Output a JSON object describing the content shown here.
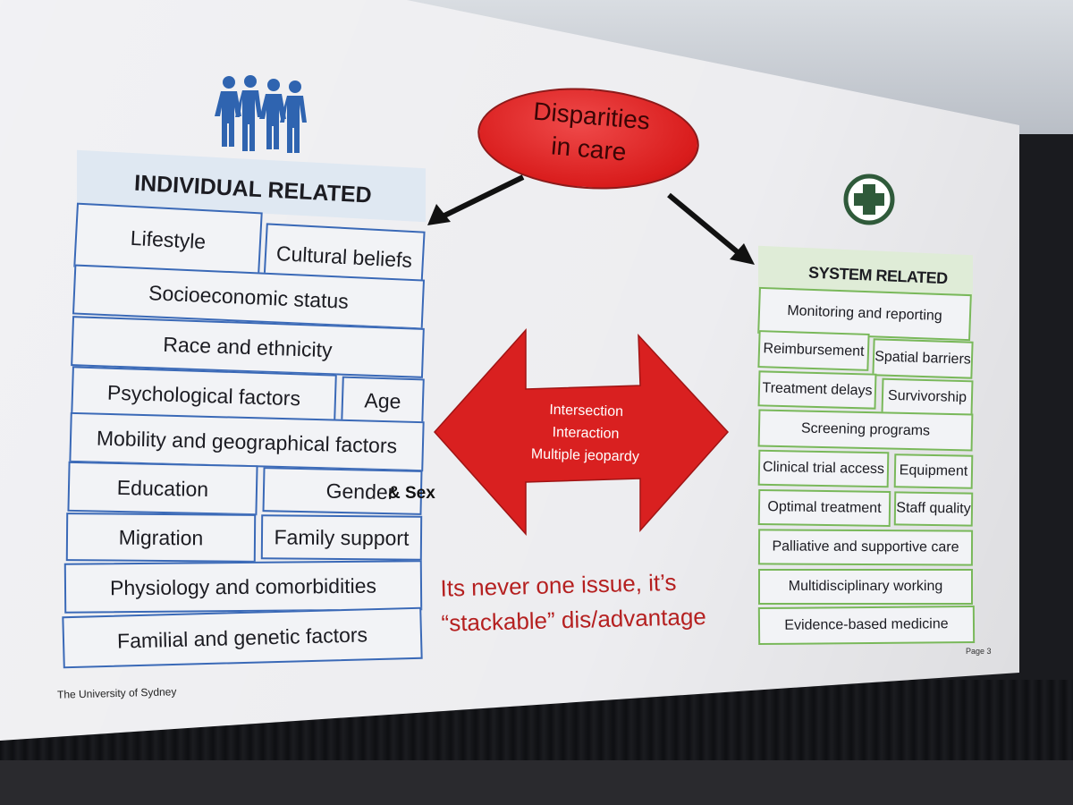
{
  "bubble": {
    "line1": "Disparities",
    "line2": "in care"
  },
  "individual": {
    "title": "INDIVIDUAL RELATED",
    "items": {
      "lifestyle": "Lifestyle",
      "cultural": "Cultural beliefs",
      "socio": "Socioeconomic status",
      "race": "Race and ethnicity",
      "psych": "Psychological factors",
      "age": "Age",
      "mobility": "Mobility and geographical factors",
      "education": "Education",
      "gender": "Gender",
      "sex": "& Sex",
      "migration": "Migration",
      "family": "Family support",
      "physiology": "Physiology and comorbidities",
      "familial": "Familial and genetic factors"
    }
  },
  "system": {
    "title": "SYSTEM RELATED",
    "items": {
      "monitoring": "Monitoring and reporting",
      "reimbursement": "Reimbursement",
      "spatial": "Spatial barriers",
      "delays": "Treatment delays",
      "survivorship": "Survivorship",
      "screening": "Screening programs",
      "trial": "Clinical trial access",
      "equipment": "Equipment",
      "optimal": "Optimal treatment",
      "staff": "Staff quality",
      "palliative": "Palliative and supportive care",
      "multi": "Multidisciplinary working",
      "evidence": "Evidence-based medicine"
    }
  },
  "arrow": {
    "line1": "Intersection",
    "line2": "Interaction",
    "line3": "Multiple jeopardy"
  },
  "message": {
    "line1": "Its never one issue, it’s",
    "line2": "“stackable” dis/advantage"
  },
  "footer": "The University of Sydney",
  "page": "Page 3",
  "colors": {
    "accent_red": "#d91c1c",
    "individual_border": "#3a69b7",
    "system_border": "#79b85a",
    "message_red": "#b52020"
  },
  "icons": {
    "people": "people-icon",
    "plus": "medical-plus-icon"
  }
}
